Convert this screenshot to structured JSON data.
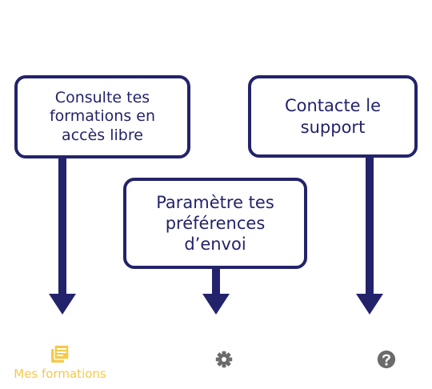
{
  "callouts": {
    "formations": "Consulte tes\nformations en\naccès libre",
    "settings": "Paramètre tes\npréférences\nd’envoi",
    "support": "Contacte le\nsupport"
  },
  "navbar": {
    "active_label": "Mes formations",
    "items": [
      {
        "name": "formations",
        "icon": "book-list-icon",
        "label": "Mes formations",
        "active": true
      },
      {
        "name": "settings",
        "icon": "gear-icon",
        "label": "",
        "active": false
      },
      {
        "name": "help",
        "icon": "help-circle-icon",
        "label": "",
        "active": false
      }
    ]
  },
  "colors": {
    "callout_border": "#23236b",
    "active_nav": "#f7c948",
    "inactive_nav": "#6b6b6b",
    "background": "#ffffff"
  }
}
